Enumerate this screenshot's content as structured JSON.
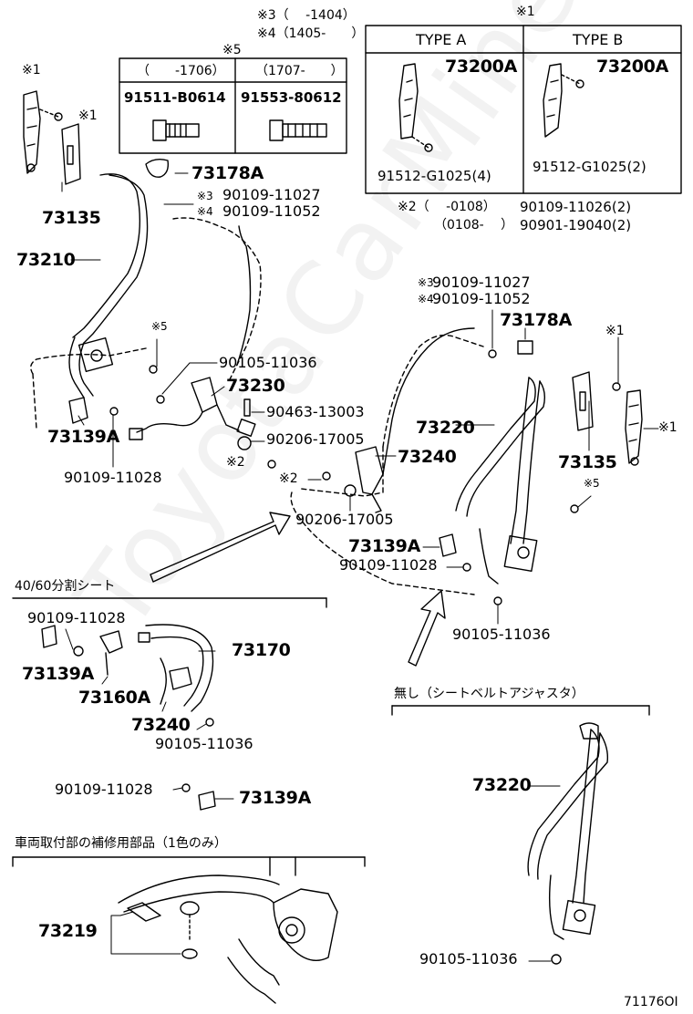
{
  "watermark": "ToyotaCarMine.ru",
  "top_notes": {
    "note3": "※3（　 -1404）",
    "note4": "※4（1405-　　）"
  },
  "box5": {
    "mark": "※5",
    "col1_range": "（　　-1706）",
    "col2_range": "（1707-　　）",
    "col1_part": "91511-B0614",
    "col2_part": "91553-80612"
  },
  "box1": {
    "mark": "※1",
    "type_a": "TYPE A",
    "type_b": "TYPE B",
    "a_part": "73200A",
    "b_part": "73200A",
    "a_bolt": "91512-G1025(4)",
    "b_bolt": "91512-G1025(2)"
  },
  "note2": {
    "mark": "※2（　 -0108）",
    "range2": "（0108-　 ）",
    "part1": "90109-11026(2)",
    "part2": "90901-19040(2)"
  },
  "left_group": {
    "m1a": "※1",
    "m1b": "※1",
    "p73135": "73135",
    "p73210": "73210",
    "p73178A": "73178A",
    "n3": "※3",
    "n4": "※4",
    "p90109_11027": "90109-11027",
    "p90109_11052": "90109-11052",
    "n5": "※5",
    "p90105_11036": "90105-11036",
    "p73230": "73230",
    "p90463_13003": "90463-13003",
    "p73139A": "73139A",
    "p90206_17005": "90206-17005",
    "n2": "※2",
    "p90109_11028": "90109-11028"
  },
  "right_group": {
    "n3": "※3",
    "n4": "※4",
    "p90109_11027": "90109-11027",
    "p90109_11052": "90109-11052",
    "p73178A": "73178A",
    "m1a": "※1",
    "m1b": "※1",
    "p73220": "73220",
    "p73240": "73240",
    "p73135": "73135",
    "n2": "※2",
    "p90206_17005": "90206-17005",
    "n5": "※5",
    "p73139A": "73139A",
    "p90109_11028": "90109-11028",
    "p90105_11036": "90105-11036"
  },
  "section_4060": {
    "title": "40/60分割シート",
    "p90109_11028a": "90109-11028",
    "p73139A_a": "73139A",
    "p73170": "73170",
    "p73160A": "73160A",
    "p73240": "73240",
    "p90105_11036": "90105-11036",
    "p90109_11028b": "90109-11028",
    "p73139A_b": "73139A"
  },
  "section_noadj": {
    "title": "無し（シートベルトアジャスタ）",
    "p73220": "73220",
    "p90105_11036": "90105-11036"
  },
  "section_repair": {
    "title": "車両取付部の補修用部品（1色のみ）",
    "p73219": "73219"
  },
  "figure_id": "71176OI"
}
